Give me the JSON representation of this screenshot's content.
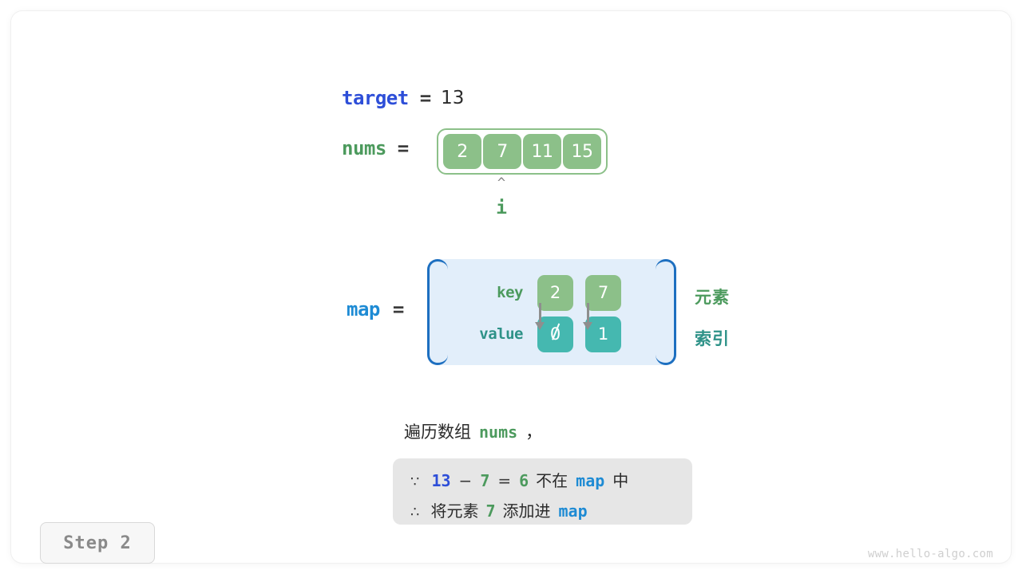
{
  "figure": {
    "step_label": "Step 2",
    "watermark": "www.hello-algo.com"
  },
  "target": {
    "name": "target",
    "equals": "=",
    "value": "13"
  },
  "nums": {
    "name": "nums",
    "equals": "=",
    "cells": [
      "2",
      "7",
      "11",
      "15"
    ],
    "pointer": {
      "caret": "^",
      "label": "i",
      "index": 1
    }
  },
  "map": {
    "name": "map",
    "equals": "=",
    "row_labels": {
      "key": "key",
      "value": "value"
    },
    "entries": [
      {
        "key": "2",
        "value": "0"
      },
      {
        "key": "7",
        "value": "1"
      }
    ],
    "legend": {
      "element": "元素",
      "index": "索引"
    }
  },
  "caption": {
    "prefix": "遍历数组",
    "code": "nums",
    "suffix": "，"
  },
  "explanation": {
    "line1": {
      "symbol": "∵",
      "a": "13",
      "minus": "−",
      "b": "7",
      "eq": "=",
      "c": "6",
      "text_mid": "不在",
      "code": "map",
      "text_end": "中"
    },
    "line2": {
      "symbol": "∴",
      "text_start": "将元素",
      "num": "7",
      "text_mid": "添加进",
      "code": "map"
    }
  },
  "colors": {
    "target_blue": "#2d4ed8",
    "nums_green": "#4c9a5d",
    "map_blue": "#1e8bd4",
    "cell_green": "#8cc089",
    "cell_teal": "#45b8b0",
    "map_box_bg": "#e2eefa",
    "map_box_border": "#1d6fc0",
    "explain_bg": "#e6e6e6",
    "index_teal": "#2e9288",
    "arrow_gray": "#8e8e8e"
  }
}
